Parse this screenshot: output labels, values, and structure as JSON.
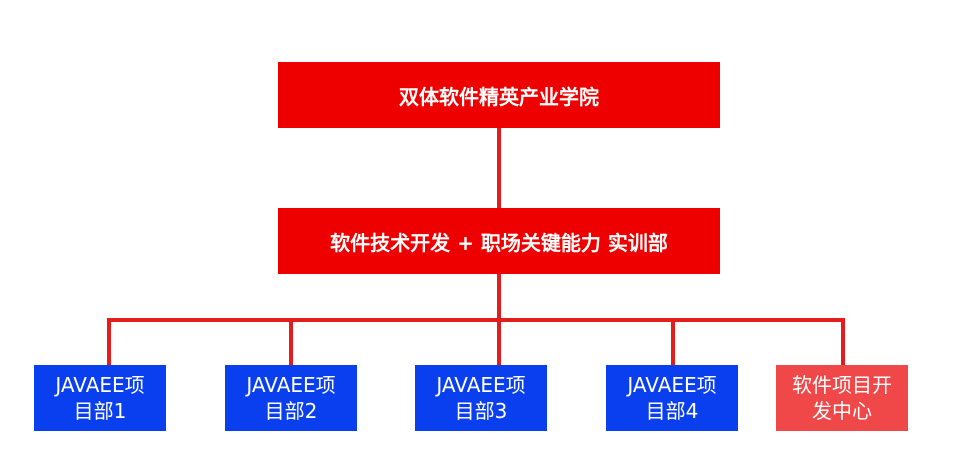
{
  "colors": {
    "top_box": "#ee0000",
    "connector": "#e41c1c",
    "project_box": "#0a3ff0",
    "dev_center_box": "#f04848",
    "text": "#ffffff"
  },
  "nodes": {
    "root": "双体软件精英产业学院",
    "training_dept": "软件技术开发 + 职场关键能力  实训部",
    "children": [
      "JAVAEE项\n目部1",
      "JAVAEE项\n目部2",
      "JAVAEE项\n目部3",
      "JAVAEE项\n目部4",
      "软件项目开\n发中心"
    ]
  }
}
